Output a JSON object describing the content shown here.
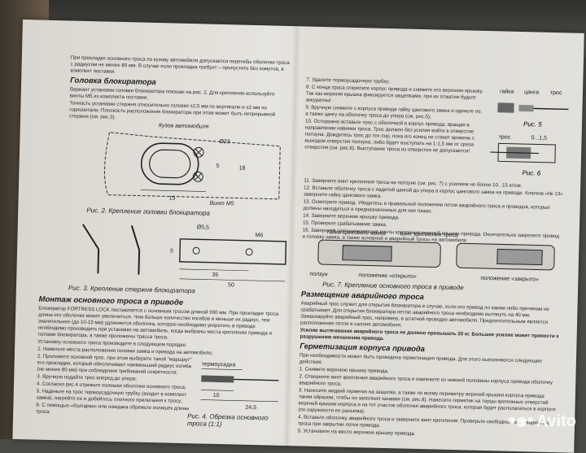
{
  "left": {
    "intro": "При прокладке основного троса по кузову автомобиля допускается перегибы оболочки троса с радиусом не менее 80 мм. В случае если прокладка требует – пропустите без хомутов, в комплект поставки.",
    "heading1": "Головка блокиратора",
    "p1": "Вариант установки головки блокиратора показан на рис. 2. Для крепления используйте винты М5 из комплекта поставки.",
    "p2": "Точность установки стержня относительно головки ±2,5 мм по вертикали и ±2 мм по горизонтали. Плоскость расположения блокиратора при этом может быть непрерывной стержня (см. рис.3).",
    "fig2": {
      "caption": "Рис. 2. Крепление головки блокиратора",
      "label_body": "Кузов автомобиля",
      "dim_diam": "Ø23",
      "dim_15": "15",
      "dim_5": "5",
      "dim_18": "18",
      "screw": "Винт М5"
    },
    "fig3": {
      "caption": "Рис. 3. Крепление стержня блокиратора",
      "hole": "Ø5,5",
      "m6": "М6",
      "d5": "5",
      "d35": "35",
      "d50": "50"
    },
    "heading2": "Монтаж основного троса в приводе",
    "body2": [
      "Блокиратор FORTRESS LOCK поставляется с основным тросом длиной 900 мм. При прокладке троса длина его оболочки может увеличиться. Чем больше количество изгибов и меньше их радиус, тем значительнее (до 10-15 мм) удлиняется оболочка, которую необходимо укоротить в приводе необходимо производить при установке на автомобиль, когда выбраны места крепления привода и головки блокиратора, а также проложены трасса троса.",
      "Установку основного троса производите в следующем порядке:",
      "1. Наметьте места расположения головки замка и привода на автомобиле;",
      "2. Проложите основной трос, при этом выберите такой \"маршрут\" его прокладки, который обеспечивает наименьший радиус изгиба (не менее 80 мм) при соблюдении требований секретности;",
      "3. Вручную подайте трос вперед до упора;",
      "4. Согласно рис.4 отрежьте излишки оболочки основного троса;",
      "5. Наденьте на трос термоусадочную трубку (входит в комплект замка), нагрейте ее и добейтесь плотного прилегания к тросу;",
      "6. С помощью «болгарки» или наждака обрежьте излишек длины троса."
    ],
    "fig4": {
      "caption": "Рис. 4. Обрезка основного троса (1:1)",
      "tube": "термоусадка",
      "d10": "10",
      "d245": "24,5"
    }
  },
  "right": {
    "steps": [
      "7. Удалите термоусадочную трубку;",
      "8. С конца троса открепите корпус привода и снимите его верхнюю крышку. Так как верхняя крышка фиксируется защелками, при их отжатии будьте аккуратны!",
      "9. Вручную снимите с корпуса привода гайку цангового замка и оденьте ее, а также цангу на оболочку троса до упора (см. рис.5);",
      "10. Осторожно вставьте трос с оболочкой в корпус привода, вращая в направлении навинки троса. Трос должен без усилия войти в отверстие ползуна. Дождитесь трос до тех пор, пока его конец не станет вровень с выходом отверстия ползуна, либо будет выступать на 1-1,5 мм от среза отверстия (см. рис.6). Выступание троса из отверстия не допускается!",
      "11. Заверните винт крепления троса на ползуне (см. рис. 7) с усилием не более 10...15 кг/см.",
      "12. Вставьте оболочку троса с надетой цангой до упора в корпус цангового замка на приводе. Ключом «№ 13» заверните гайку цангового замка.",
      "13. Осмотрите привод. Убедитесь в правильной положении петли аварийного троса и проводов, которые должны находиться в предназначенных для них пазах;",
      "14. Заверните верхнюю крышку привода.",
      "15. Проверьте срабатывание замка.",
      "16. Заверните самонарезающие винты крепления верхней крышки привода. Окончательно закрепите привод и головку замка, а также основной и аварийный тросы на автомобиле."
    ],
    "fig5": {
      "caption": "Рис. 5",
      "nut": "гайка",
      "collet": "цанга",
      "rope": "трос"
    },
    "fig6": {
      "caption": "Рис. 6",
      "dim": "0...1,5",
      "rope": "трос"
    },
    "fig7": {
      "caption": "Рис. 7. Крепление основного троса в приводе",
      "nut_label": "гайка цангового замка",
      "screw_label": "винт крепления троса",
      "slider": "ползун",
      "open": "положение «открыто»",
      "closed": "положение «закрыто»"
    },
    "heading3": "Размещение аварийного троса",
    "p3": "Аварийный трос служит для открытия блокиратора в случае, если его привод по каким-либо причинам не срабатывает. Для открытия блокиратора петлю аварийного троса необходимо вытянуть на 40 мм. Замаскируйте аварийный трос, например, в штатной проводке автомобиля. Предпочтительным является расположение петли в салоне автомобиля.",
    "warn": "Усилие вытягивания аварийного троса не должно превышать 20 кг. Большее усилие может привести к разрушению механизма привода.",
    "heading4": "Герметизация корпуса привода",
    "p4": "При необходимости может быть проведена герметизация привода. Для этого выполняются следующие действия:",
    "seal": [
      "1. Снимите верхнюю крышку привода.",
      "2. Отверните винт крепления аварийного троса и извлеките из нижней половины корпуса привода оболочку аварийного троса.",
      "3. Нанесите жидкий герметик на защелки, а также по всему периметру верхней крышки корпуса привода таким образом, чтобы он заполнил канавки (см. рис.8). Нанесите герметик на торцы крепежных отверстий верхней крышки корпуса и на тот участок оболочки аварийного троса, которая будет располагаться в корпусе (по окружности ее разъема).",
      "4. Вставьте оболочку аварийного троса и заверните винт крепления. Проверьте свободный ход аварийного троса при закрытии лотки привода.",
      "5. Установите на место верхнюю крышку привода."
    ]
  },
  "watermark": {
    "text": "Avito"
  }
}
